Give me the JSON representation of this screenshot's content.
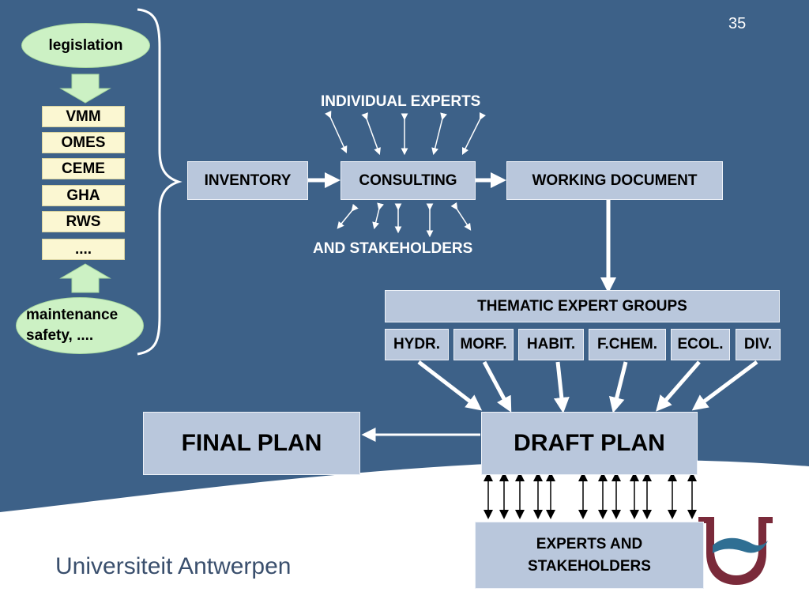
{
  "slide": {
    "page_number": "35"
  },
  "sources": {
    "top_oval": "legislation",
    "items": [
      "VMM",
      "OMES",
      "CEME",
      "GHA",
      "RWS",
      "...."
    ],
    "bottom_oval_line1": "maintenance",
    "bottom_oval_line2": "safety, ...."
  },
  "flow": {
    "inventory": "INVENTORY",
    "consulting": "CONSULTING",
    "working_document": "WORKING DOCUMENT",
    "individual_experts": "INDIVIDUAL EXPERTS",
    "and_stakeholders": "AND STAKEHOLDERS",
    "thematic_groups": "THEMATIC EXPERT GROUPS",
    "groups": [
      "HYDR.",
      "MORF.",
      "HABIT.",
      "F.CHEM.",
      "ECOL.",
      "DIV."
    ],
    "draft_plan": "DRAFT PLAN",
    "final_plan": "FINAL PLAN",
    "experts_line1": "EXPERTS AND",
    "experts_line2": "STAKEHOLDERS"
  },
  "footer": {
    "university": "Universiteit Antwerpen"
  },
  "colors": {
    "background": "#3d6188",
    "box": "#b9c7dc",
    "oval": "#ccf1c4",
    "item": "#fbf7d2",
    "footer": "#ffffff"
  }
}
